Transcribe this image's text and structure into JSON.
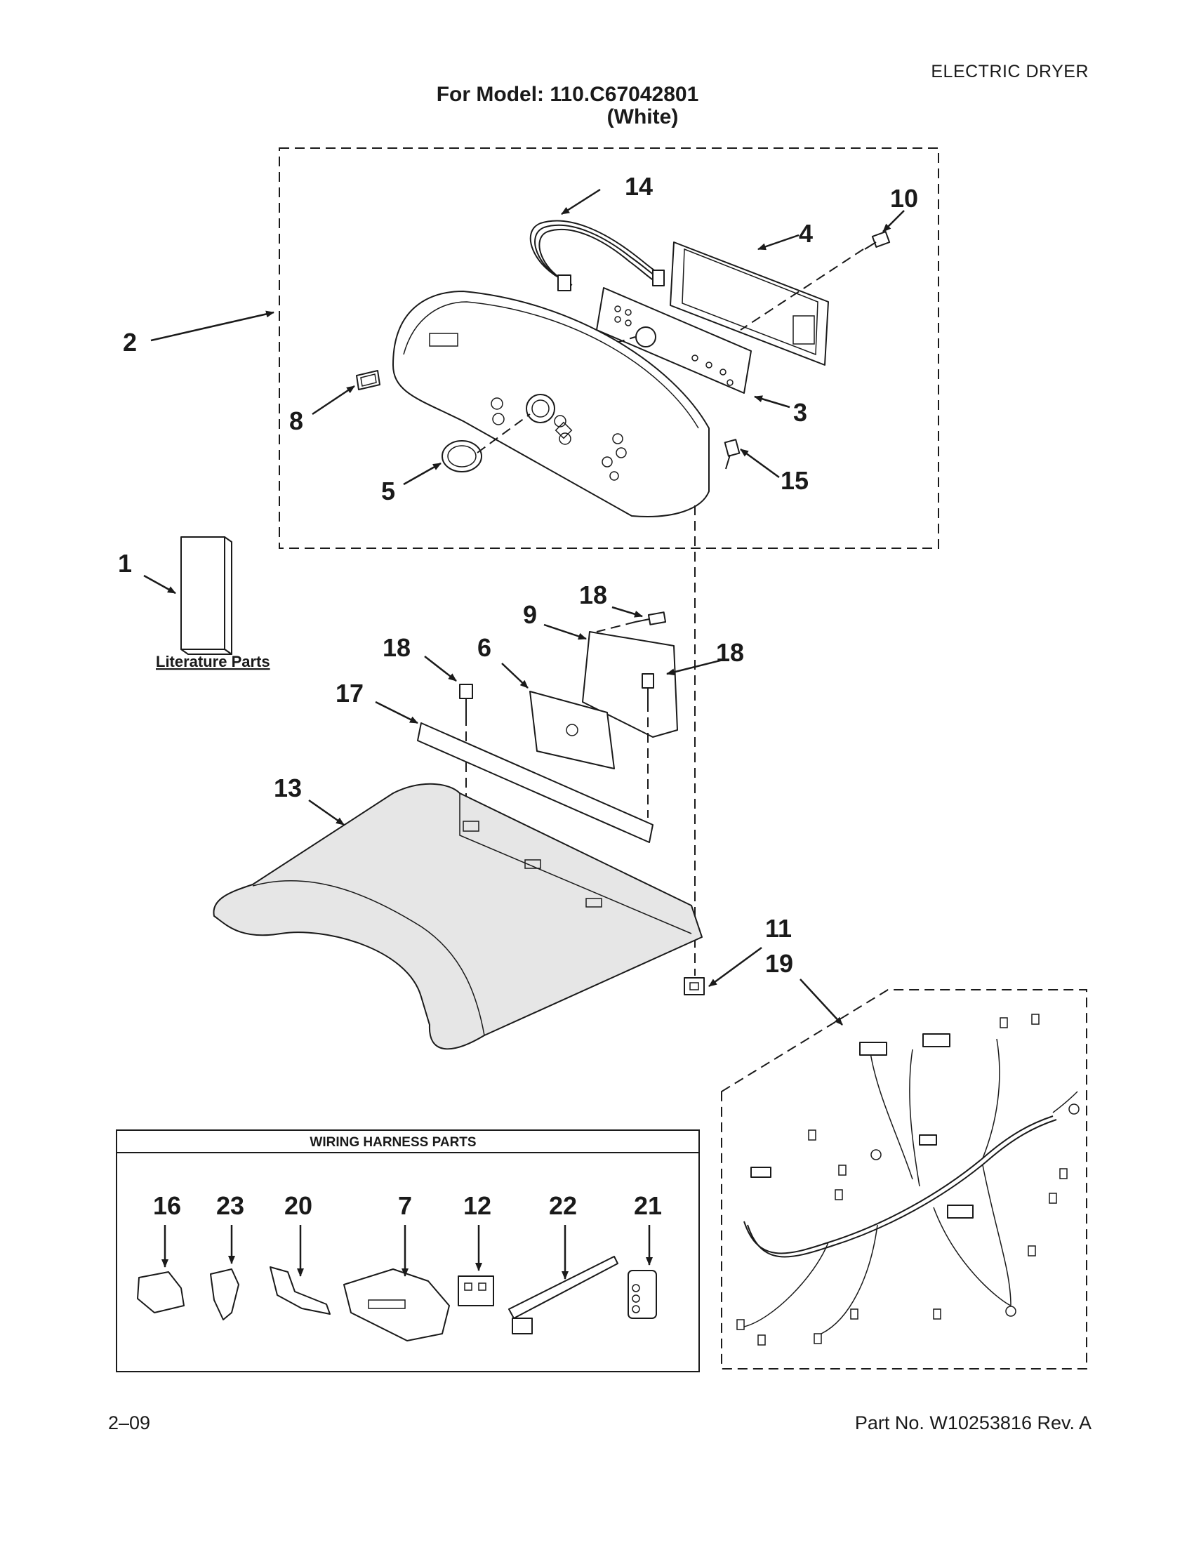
{
  "header": {
    "product_type": "ELECTRIC DRYER",
    "model_line": "For Model: 110.C67042801",
    "color_line": "(White)"
  },
  "callouts": {
    "c1": "1",
    "c2": "2",
    "c3": "3",
    "c4": "4",
    "c5": "5",
    "c6": "6",
    "c7": "7",
    "c8": "8",
    "c9": "9",
    "c10": "10",
    "c11": "11",
    "c12": "12",
    "c13": "13",
    "c14": "14",
    "c15": "15",
    "c16": "16",
    "c17": "17",
    "c18a": "18",
    "c18b": "18",
    "c18c": "18",
    "c19": "19",
    "c20": "20",
    "c21": "21",
    "c22": "22",
    "c23": "23"
  },
  "literature_label": "Literature Parts",
  "wiring_box_title": "WIRING HARNESS PARTS",
  "footer": {
    "date_code": "2–09",
    "part_number": "Part No. W10253816 Rev. A"
  }
}
